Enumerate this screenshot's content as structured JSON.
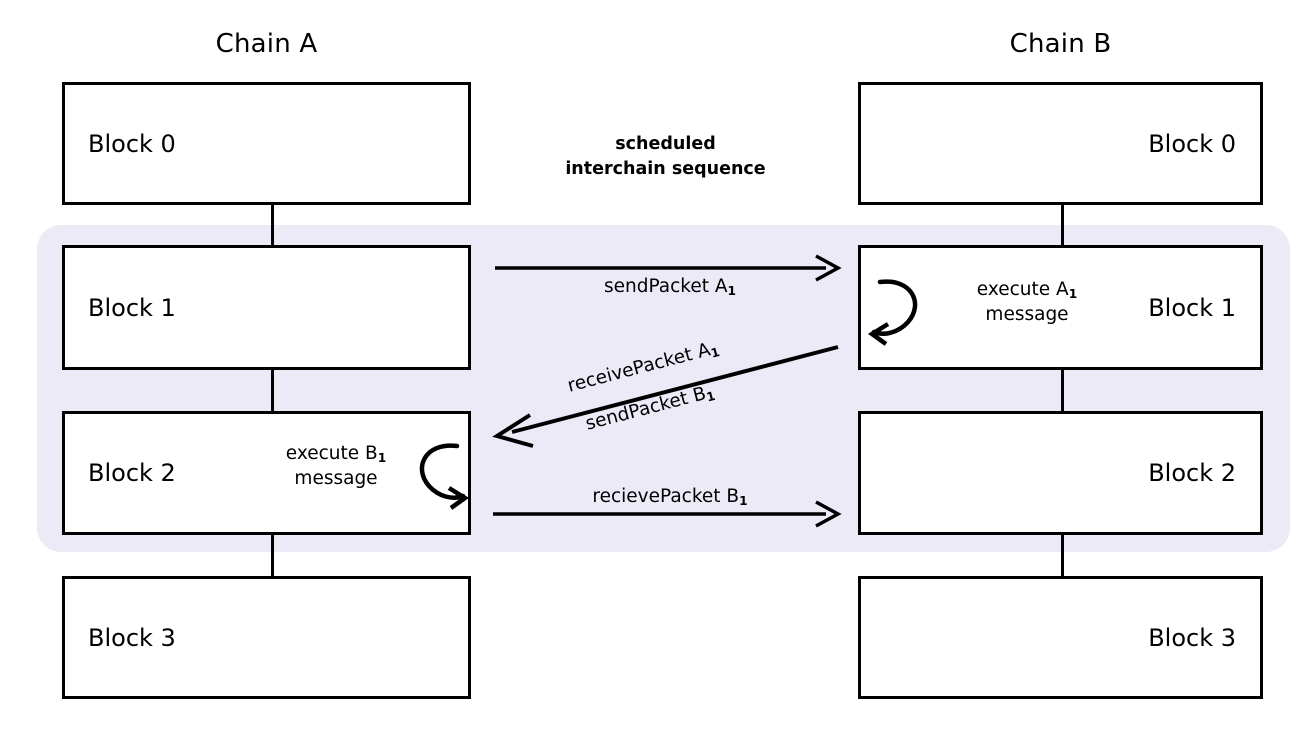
{
  "diagram": {
    "title_left": "Chain A",
    "title_right": "Chain B",
    "highlight_color": "#EDEAF8",
    "line_color": "#000000",
    "background": "#ffffff",
    "annotation": {
      "line1": "scheduled",
      "line2": "interchain sequence"
    }
  },
  "chain_a": {
    "name": "Chain A",
    "blocks": [
      {
        "label": "Block 0"
      },
      {
        "label": "Block 1"
      },
      {
        "label": "Block 2"
      },
      {
        "label": "Block 3"
      }
    ],
    "execute_note": {
      "line1_text": "execute B",
      "line1_sub": "1",
      "line2": "message",
      "in_block": "Block 2",
      "loop_direction": "clockwise"
    }
  },
  "chain_b": {
    "name": "Chain B",
    "blocks": [
      {
        "label": "Block 0"
      },
      {
        "label": "Block 1"
      },
      {
        "label": "Block 2"
      },
      {
        "label": "Block 3"
      }
    ],
    "execute_note": {
      "line1_text": "execute A",
      "line1_sub": "1",
      "line2": "message",
      "in_block": "Block 1",
      "loop_direction": "counter-clockwise"
    }
  },
  "messages": [
    {
      "id": "send-packet-a1",
      "text": "sendPacket A",
      "sub": "1",
      "direction": "a-to-b",
      "label_position": "below"
    },
    {
      "id": "receive-packet-a1",
      "text": "receivePacket A",
      "sub": "1",
      "direction": "b-to-a",
      "label_position": "above-diagonal"
    },
    {
      "id": "send-packet-b1",
      "text": "sendPacket B",
      "sub": "1",
      "direction": "b-to-a",
      "label_position": "below-diagonal"
    },
    {
      "id": "recieve-packet-b1",
      "text": "recievePacket B",
      "sub": "1",
      "direction": "a-to-b",
      "label_position": "above"
    }
  ]
}
